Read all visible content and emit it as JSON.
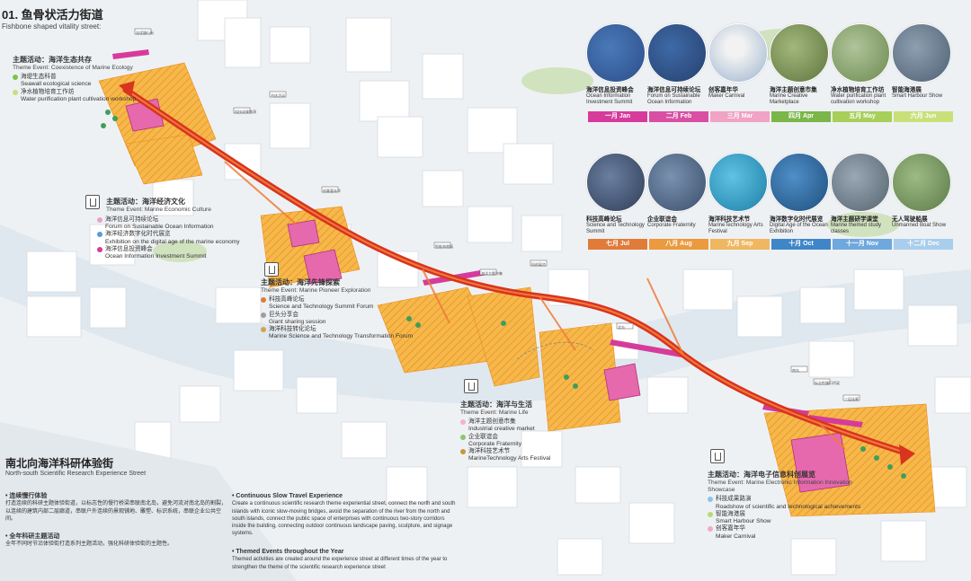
{
  "header": {
    "title": "01. 鱼骨状活力街道",
    "subtitle": "Fishbone shaped vitality street:"
  },
  "street": {
    "title": "南北向海洋科研体验街",
    "subtitle": "North-south Scientific Research Experience Street"
  },
  "zones": [
    {
      "title": "主题活动：海洋生态共存",
      "en": "Theme Event: Coexistence of Marine Ecology",
      "items": [
        {
          "cn": "海堤生态科普",
          "en": "Seawall ecological science",
          "color": "#7fc24a"
        },
        {
          "cn": "净水植物培育工作坊",
          "en": "Water purification plant cultivation workshop",
          "color": "#c7df7a"
        }
      ]
    },
    {
      "title": "主题活动：海洋经济文化",
      "en": "Theme Event: Marine  Economic Culture",
      "items": [
        {
          "cn": "海洋信息可持续论坛",
          "en": "Forum on Sustainable Ocean Information",
          "color": "#e8a2c8"
        },
        {
          "cn": "海洋经济数字化时代展览",
          "en": "Exhibition on the digital age of the marine economy",
          "color": "#5b9bd5"
        },
        {
          "cn": "海洋信息投资峰会",
          "en": "Ocean Information Investment Summit",
          "color": "#d63b9b"
        }
      ]
    },
    {
      "title": "主题活动：海洋先锋探索",
      "en": "Theme Event: Marine Pioneer Exploration",
      "items": [
        {
          "cn": "科技高峰论坛",
          "en": "Science and Technology Summit Forum",
          "color": "#e07b39"
        },
        {
          "cn": "巨头分享会",
          "en": "Giant sharing session",
          "color": "#9e9e9e"
        },
        {
          "cn": "海洋科技转化论坛",
          "en": "Marine Science and Technology Transformation Forum",
          "color": "#d4a44c"
        }
      ]
    },
    {
      "title": "主题活动：海洋与生活",
      "en": "Theme Event: Marine Life",
      "items": [
        {
          "cn": "海洋主题创意市集",
          "en": "Industrial creative market",
          "color": "#f0b4c8"
        },
        {
          "cn": "企业联谊会",
          "en": "Corporate Fraternity",
          "color": "#8dc66a"
        },
        {
          "cn": "海洋科技艺术节",
          "en": "MarineTechnology Arts Festival",
          "color": "#c9963f"
        }
      ]
    },
    {
      "title": "主题活动：海洋电子信息科创展览",
      "en": "Theme Event: Marine Electronic Information Innovation Showcase",
      "items": [
        {
          "cn": "科技成果路演",
          "en": "Roadshow of scientific and technological achievements",
          "color": "#8fc3e8"
        },
        {
          "cn": "智能海港展",
          "en": "Smart Harbour Show",
          "color": "#b9db6e"
        },
        {
          "cn": "创客嘉年华",
          "en": "Maker Carnival",
          "color": "#f3a8c6"
        }
      ]
    }
  ],
  "events": [
    {
      "cn": "海洋信息投资峰会",
      "en": "Ocean Information Investment Summit",
      "month": "一月 Jan",
      "color": "#d63b9b",
      "photo": "#2c4e8a"
    },
    {
      "cn": "海洋信息可持续论坛",
      "en": "Forum on Sustainable Ocean Information",
      "month": "二月 Feb",
      "color": "#d94fa4",
      "photo": "#25406f"
    },
    {
      "cn": "创客嘉年华",
      "en": "Maker Carnival",
      "month": "三月 Mar",
      "color": "#f0a3c4",
      "photo": "#8aa7c7"
    },
    {
      "cn": "海洋主题创意市集",
      "en": "Marine Creative Marketplace",
      "month": "四月 Apr",
      "color": "#7ab648",
      "photo": "#6f8a4d"
    },
    {
      "cn": "净水植物培育工作坊",
      "en": "Water purification plant cultivation workshop",
      "month": "五月 May",
      "color": "#a7cf5a",
      "photo": "#7d9a63"
    },
    {
      "cn": "智能海港展",
      "en": "Smart Harbour Show",
      "month": "六月 Jun",
      "color": "#c9e07a",
      "photo": "#5c7389"
    },
    {
      "cn": "科技高峰论坛",
      "en": "Science and Technology Summit",
      "month": "七月 Jul",
      "color": "#e07b39",
      "photo": "#3d4e6c"
    },
    {
      "cn": "企业联谊会",
      "en": "Corporate Fraternity",
      "month": "八月 Aug",
      "color": "#eb9a3e",
      "photo": "#45607f"
    },
    {
      "cn": "海洋科技艺术节",
      "en": "MarineTechnology Arts Festival",
      "month": "九月 Sep",
      "color": "#f0b761",
      "photo": "#2a8fb5"
    },
    {
      "cn": "海洋数字化时代展览",
      "en": "Digital Age of the Ocean Exhibition",
      "month": "十月 Oct",
      "color": "#3f86c9",
      "photo": "#2b5f8f"
    },
    {
      "cn": "海洋主题研学课堂",
      "en": "Marine themed study classes",
      "month": "十一月 Nov",
      "color": "#6fa8dc",
      "photo": "#6d7e8e"
    },
    {
      "cn": "无人驾驶船展",
      "en": "Unmanned Boat Show",
      "month": "十二月 Dec",
      "color": "#a9cdec",
      "photo": "#6a8a5a"
    }
  ],
  "notes": {
    "slow": {
      "title": "Continuous Slow Travel Experience",
      "body": "Create a continuous scientific research theme experiential street, connect the north and south islands with iconic slow-moving bridges, avoid the separation of the river from the north and south islands, connect the public space of enterprises with continuous two-story corridors inside the building, connecting outdoor continuous landscape paving, sculpture, and signage systems."
    },
    "themed": {
      "title": "Themed Events throughout the Year",
      "body": "Themed activities are created around the experience street at different times of the year to strengthen the theme of the scientific research experience street"
    },
    "cn1": {
      "title": "连续慢行体验",
      "body": "打造连续的科研主题体验街道，以标志性的慢行桥梁串联南北岛，避免河流对南北岛的割裂，以连续的建筑内部二层廊道，串联户外连续的景观铺地、雕塑、标识系统，串联企业公共空间。"
    },
    "cn2": {
      "title": "全年科研主题活动",
      "body": "全年不同时节沿体验街打造系列主题活动，强化科研体验街的主题性。"
    }
  },
  "map_labels": [
    "连续慢行街",
    "科技成果路演",
    "节庆活动",
    "创客嘉年华",
    "智能海港展",
    "海洋主题市集",
    "科创展览",
    "北岛",
    "南岛",
    "标志性慢行桥梁",
    "二层连廊"
  ],
  "colors": {
    "route": "#d8341f",
    "route_light": "#f07a3a",
    "plaza": "#f4b43c",
    "pink": "#d63b9b",
    "green": "#6fb24a"
  }
}
